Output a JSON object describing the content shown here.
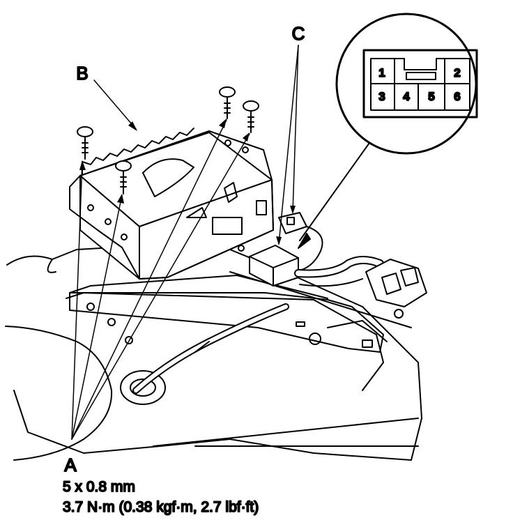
{
  "callouts": {
    "a": "A",
    "b": "B",
    "c": "C"
  },
  "specs": {
    "bolt_size": "5 x 0.8 mm",
    "torque": "3.7 N·m (0.38 kgf·m, 2.7 lbf·ft)"
  },
  "connector_pins": {
    "p1": "1",
    "p2": "2",
    "p3": "3",
    "p4": "4",
    "p5": "5",
    "p6": "6"
  },
  "colors": {
    "line": "#000000",
    "background": "#ffffff"
  }
}
